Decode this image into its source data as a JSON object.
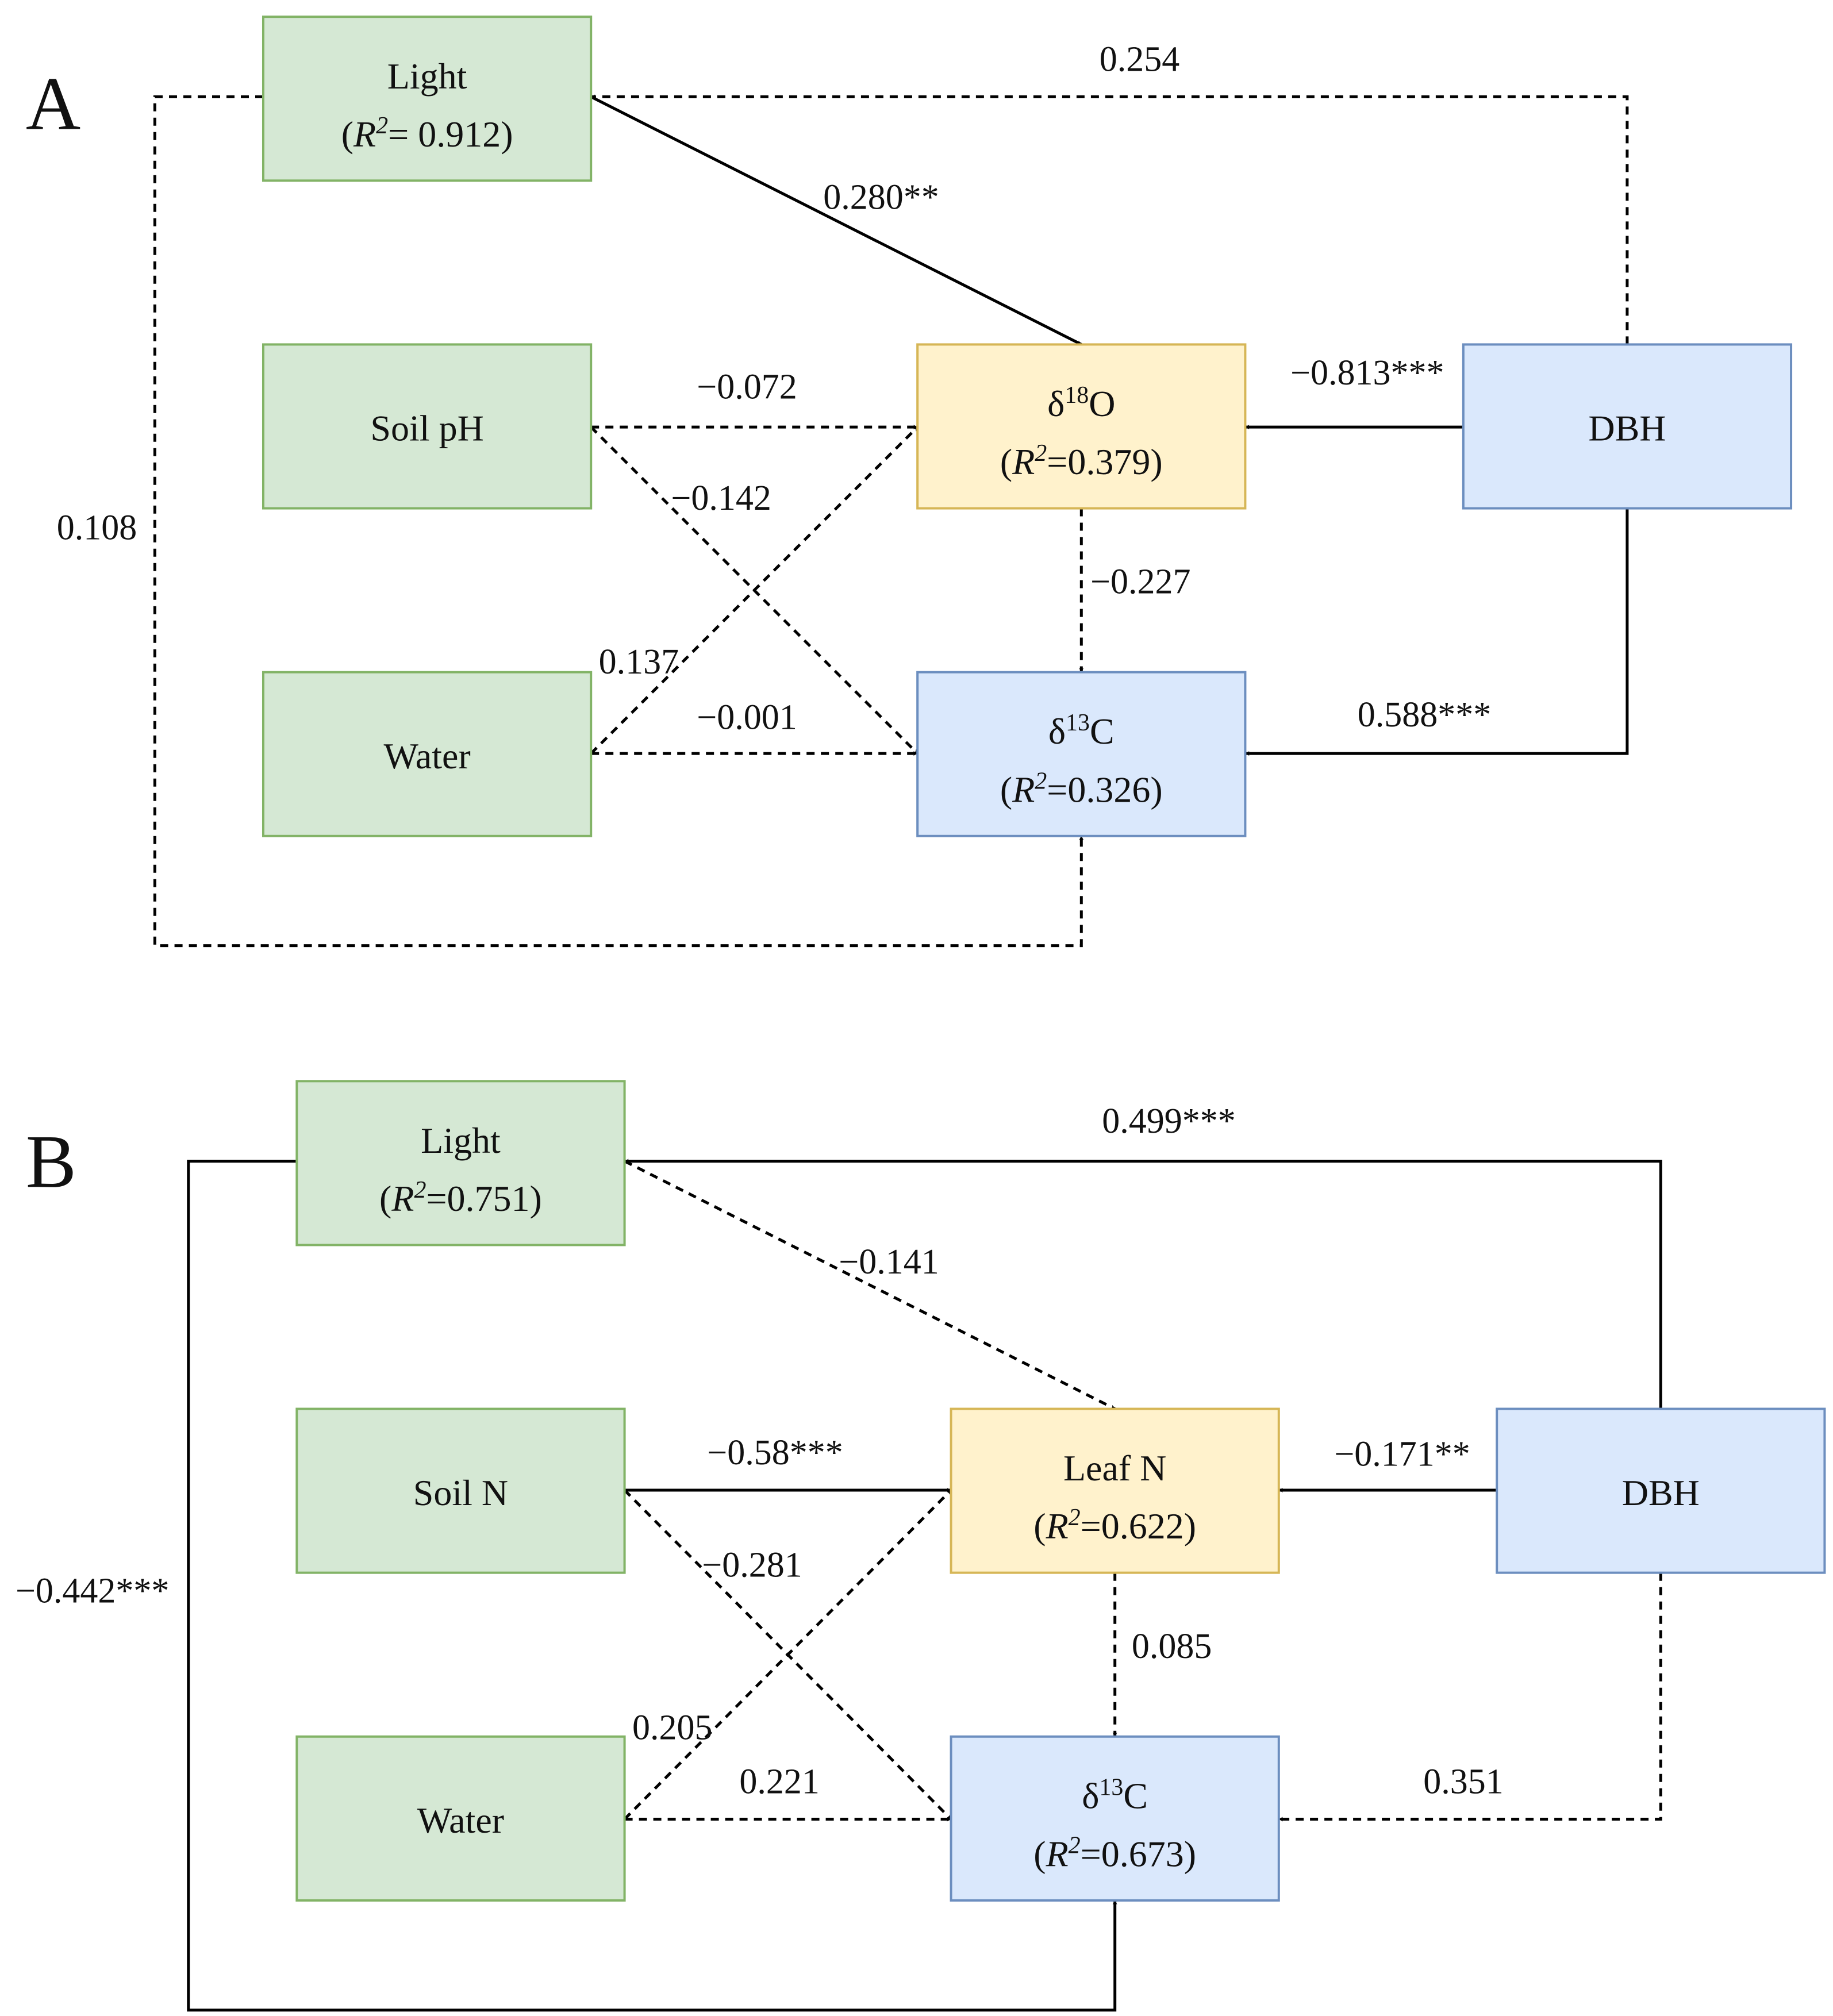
{
  "panels": [
    {
      "id": "A",
      "letter": "A",
      "nodes": {
        "light": {
          "label": "Light",
          "r2": "= 0.912)"
        },
        "soil": {
          "label": "Soil pH"
        },
        "water": {
          "label": "Water"
        },
        "mediator": {
          "prefix": "δ",
          "sup": "18",
          "suffix": "O",
          "r2": "=0.379)"
        },
        "d13c": {
          "prefix": "δ",
          "sup": "13",
          "suffix": "C",
          "r2": "=0.326)"
        },
        "dbh": {
          "label": "DBH"
        }
      },
      "paths": [
        {
          "key": "dbh_to_light",
          "from": "DBH",
          "to": "Light",
          "coef": "0.254",
          "significant": false
        },
        {
          "key": "light_to_mediator",
          "from": "Light",
          "to": "δ18O",
          "coef": "0.280**",
          "significant": true
        },
        {
          "key": "soil_to_mediator",
          "from": "Soil pH",
          "to": "δ18O",
          "coef": "−0.072",
          "significant": false
        },
        {
          "key": "dbh_to_mediator",
          "from": "DBH",
          "to": "δ18O",
          "coef": "−0.813***",
          "significant": true
        },
        {
          "key": "soil_to_d13c",
          "from": "Soil pH",
          "to": "δ13C",
          "coef": "−0.142",
          "significant": false
        },
        {
          "key": "light_to_d13c",
          "from": "Light",
          "to": "δ13C",
          "coef": "0.108",
          "significant": false
        },
        {
          "key": "mediator_to_d13c",
          "from": "δ18O",
          "to": "δ13C",
          "coef": "−0.227",
          "significant": false
        },
        {
          "key": "water_to_mediator",
          "from": "Water",
          "to": "δ18O",
          "coef": "0.137",
          "significant": false
        },
        {
          "key": "water_to_d13c",
          "from": "Water",
          "to": "δ13C",
          "coef": "−0.001",
          "significant": false
        },
        {
          "key": "dbh_to_d13c",
          "from": "DBH",
          "to": "δ13C",
          "coef": "0.588***",
          "significant": true
        }
      ]
    },
    {
      "id": "B",
      "letter": "B",
      "nodes": {
        "light": {
          "label": "Light",
          "r2": "=0.751)"
        },
        "soil": {
          "label": "Soil N"
        },
        "water": {
          "label": "Water"
        },
        "mediator": {
          "label": "Leaf N",
          "r2": "=0.622)"
        },
        "d13c": {
          "prefix": "δ",
          "sup": "13",
          "suffix": "C",
          "r2": "=0.673)"
        },
        "dbh": {
          "label": "DBH"
        }
      },
      "paths": [
        {
          "key": "dbh_to_light",
          "from": "DBH",
          "to": "Light",
          "coef": "0.499***",
          "significant": true
        },
        {
          "key": "light_to_mediator",
          "from": "Light",
          "to": "Leaf N",
          "coef": "−0.141",
          "significant": false
        },
        {
          "key": "soil_to_mediator",
          "from": "Soil N",
          "to": "Leaf N",
          "coef": "−0.58***",
          "significant": true
        },
        {
          "key": "dbh_to_mediator",
          "from": "DBH",
          "to": "Leaf N",
          "coef": "−0.171**",
          "significant": true
        },
        {
          "key": "soil_to_d13c",
          "from": "Soil N",
          "to": "δ13C",
          "coef": "−0.281",
          "significant": false
        },
        {
          "key": "light_to_d13c",
          "from": "Light",
          "to": "δ13C",
          "coef": "−0.442***",
          "significant": true
        },
        {
          "key": "mediator_to_d13c",
          "from": "Leaf N",
          "to": "δ13C",
          "coef": "0.085",
          "significant": false
        },
        {
          "key": "water_to_mediator",
          "from": "Water",
          "to": "Leaf N",
          "coef": "0.205",
          "significant": false
        },
        {
          "key": "water_to_d13c",
          "from": "Water",
          "to": "δ13C",
          "coef": "0.221",
          "significant": false
        },
        {
          "key": "dbh_to_d13c",
          "from": "DBH",
          "to": "δ13C",
          "coef": "0.351",
          "significant": false
        }
      ]
    }
  ],
  "r2_symbol": "R",
  "r2_exponent": "2",
  "open_paren": "("
}
